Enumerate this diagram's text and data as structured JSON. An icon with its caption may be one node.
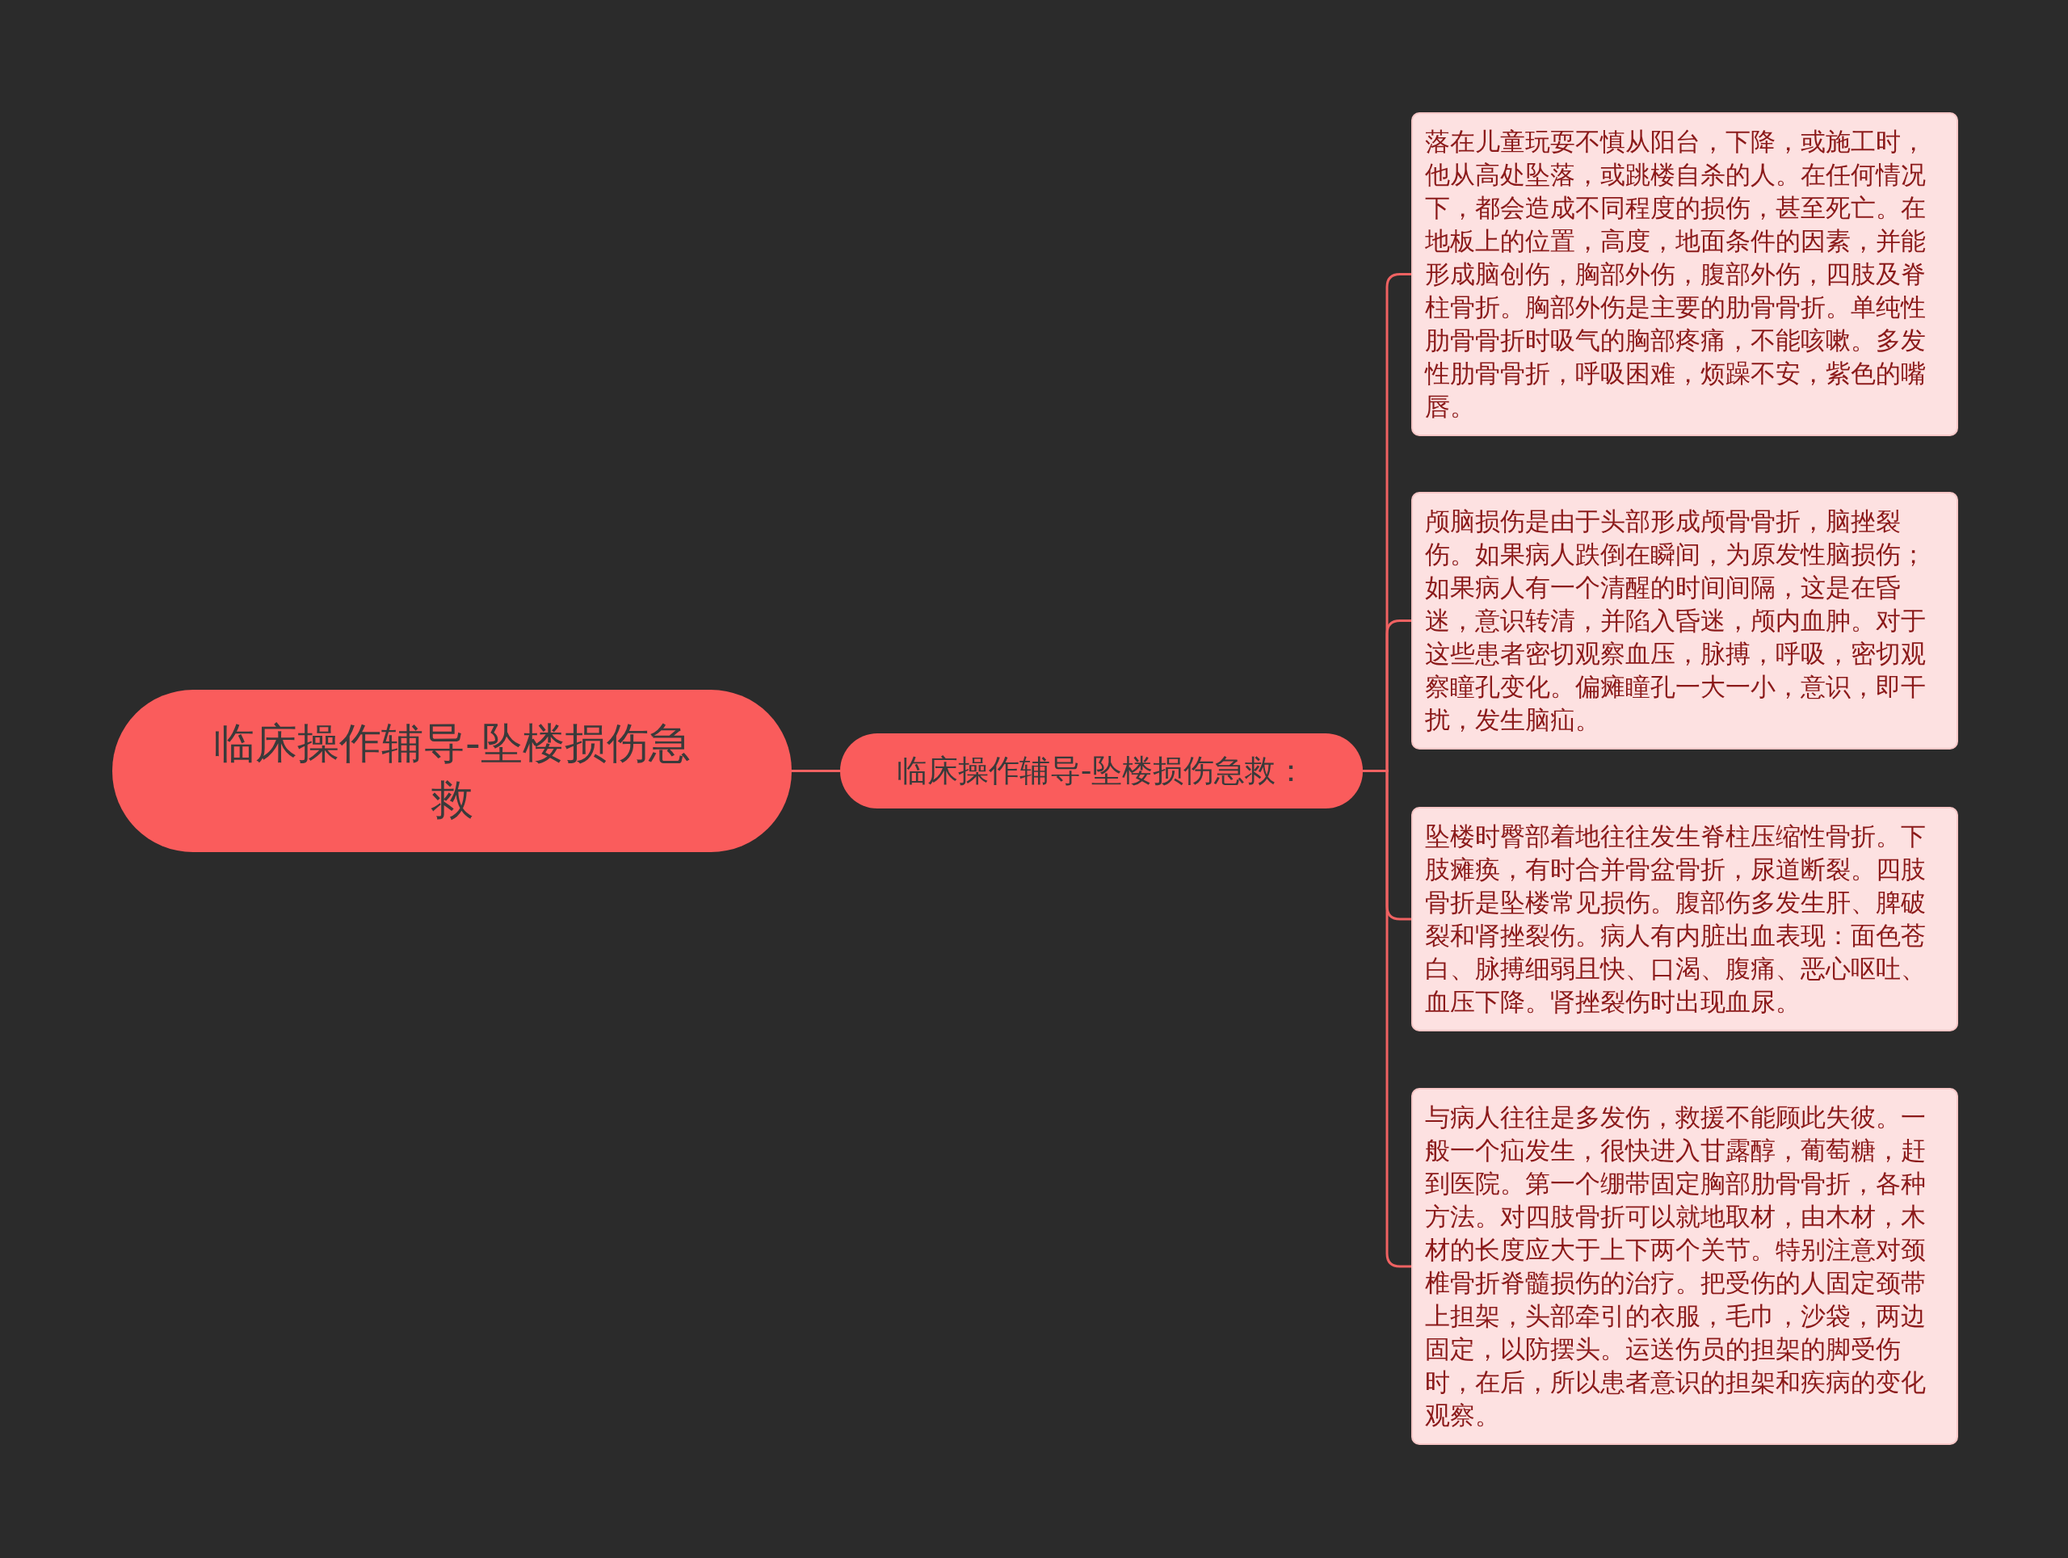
{
  "diagram": {
    "nodes": [
      {
        "text": [
          "临床操作辅导-坠楼损伤急救"
        ]
      },
      {
        "text": [
          "临床操作辅导-坠楼损伤急救："
        ]
      },
      {
        "text": [
          "落在儿童玩耍不慎从阳台，下降，或施工时，他从高处坠落，或跳楼自杀的人。在任何情况下，都会造成不同程度的损伤，甚至死亡。在地板上的位置，高度，地面条件的因素，并能形成脑创伤，胸部外伤，腹部外伤，四肢及脊柱骨折。胸部外伤是主要的肋骨骨折。单纯性肋骨骨折时吸气的胸部疼痛，不能咳嗽。多发性肋骨骨折，呼吸困难，烦躁不安，紫色的嘴唇。"
        ]
      },
      {
        "text": [
          "颅脑损伤是由于头部形成颅骨骨折，脑挫裂伤。如果病人跌倒在瞬间，为原发性脑损伤；如果病人有一个清醒的时间间隔，这是在昏迷，意识转清，并陷入昏迷，颅内血肿。对于这些患者密切观察血压，脉搏，呼吸，密切观察瞳孔变化。偏瘫瞳孔一大一小，意识，即干扰，发生脑疝。"
        ]
      },
      {
        "text": [
          "坠楼时臀部着地往往发生脊柱压缩性骨折。下肢瘫痪，有时合并骨盆骨折，尿道断裂。四肢骨折是坠楼常见损伤。腹部伤多发生肝、脾破裂和肾挫裂伤。病人有内脏出血表现：面色苍白、脉搏细弱且快、口渴、腹痛、恶心呕吐、血压下降。肾挫裂伤时出现血尿。"
        ]
      },
      {
        "text": [
          "与病人往往是多发伤，救援不能顾此失彼。一般一个疝发生，很快进入甘露醇，葡萄糖，赶到医院。第一个绷带固定胸部肋骨骨折，各种方法。对四肢骨折可以就地取材，由木材，木材的长度应大于上下两个关节。特别注意对颈椎骨折脊髓损伤的治疗。把受伤的人固定颈带上担架，头部牵引的衣服，毛巾，沙袋，两边固定，以防摆头。运送伤员的担架的脚受伤时，在后，所以患者意识的担架和疾病的变化观察。"
        ]
      }
    ],
    "edges": [
      {
        "from": 0,
        "to": 1,
        "arrow": "none"
      },
      {
        "from": 1,
        "to": 2,
        "arrow": "none"
      },
      {
        "from": 1,
        "to": 3,
        "arrow": "none"
      },
      {
        "from": 1,
        "to": 4,
        "arrow": "none"
      },
      {
        "from": 1,
        "to": 5,
        "arrow": "none"
      }
    ]
  }
}
